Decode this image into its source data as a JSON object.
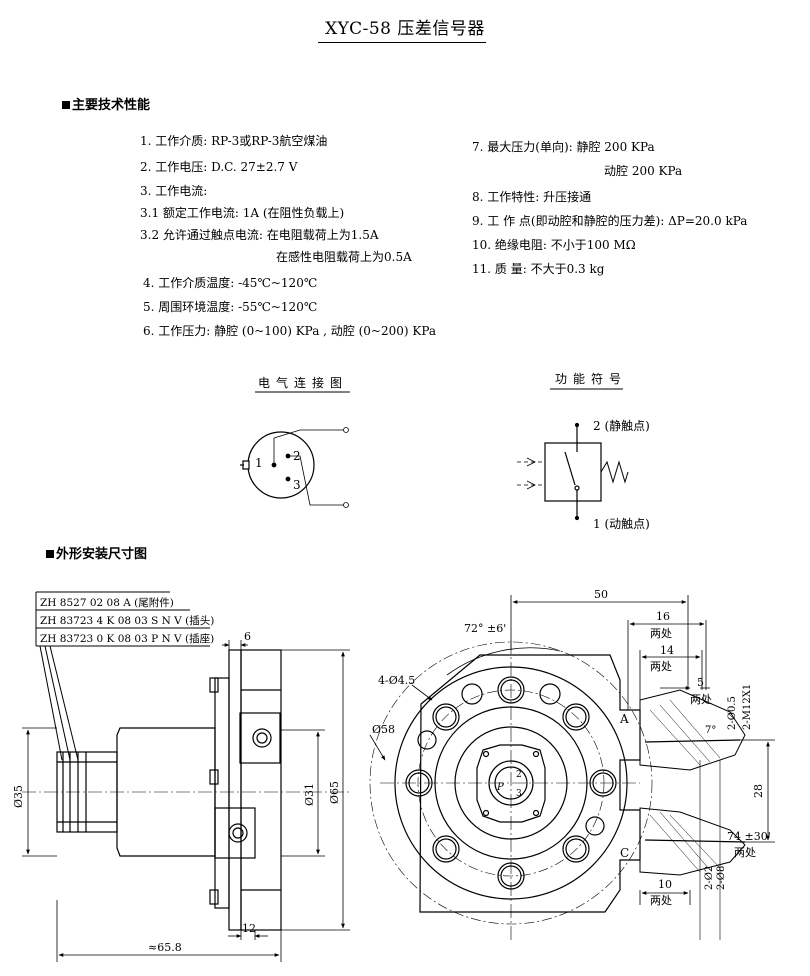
{
  "title": "XYC-58 压差信号器",
  "section_specs": "主要技术性能",
  "specs_left": [
    "1. 工作介质:  RP-3或RP-3航空煤油",
    "2. 工作电压:  D.C. 27±2.7 V",
    "3. 工作电流:",
    "3.1 额定工作电流:      1A  (在阻性负载上)",
    "3.2 允许通过触点电流:  在电阻载荷上为1.5A",
    "在感性电阻载荷上为0.5A",
    "4. 工作介质温度:  -45℃~120℃",
    "5. 周围环境温度:  -55℃~120℃",
    "6. 工作压力:   静腔  (0~100) KPa , 动腔  (0~200) KPa"
  ],
  "specs_right": [
    "7. 最大压力(单向):  静腔    200 KPa",
    "动腔    200 KPa",
    "8. 工作特性:    升压接通",
    "9. 工 作 点(即动腔和静腔的压力差): ΔP=20.0 kPa",
    "10. 绝缘电阻:   不小于100 MΩ",
    "11. 质    量:   不大于0.3 kg"
  ],
  "wiring": {
    "caption": "电气连接图",
    "pins": [
      "1",
      "2",
      "3"
    ]
  },
  "function_symbol": {
    "caption": "功能符号",
    "top_label": "2 (静触点)",
    "bottom_label": "1 (动触点)"
  },
  "section_dims": "外形安装尺寸图",
  "parts_table": [
    "ZH 8527 02 08 A (尾附件)",
    "ZH 83723 4 K 08 03 S N V (插头)",
    "ZH 83723 0 K 08 03 P N V (插座)"
  ],
  "side_view": {
    "dims": [
      "6",
      "Ø35",
      "Ø31",
      "Ø65",
      "12",
      "≈65.8"
    ]
  },
  "front_view": {
    "dims": [
      "50",
      "16",
      "两处",
      "14",
      "两处",
      "5",
      "两处",
      "72° ±6'",
      "4-Ø4.5",
      "Ø58",
      "2-Ø0.5",
      "2-M12X1",
      "7°",
      "28",
      "74 ±30'",
      "两处",
      "2-Ø2",
      "2-Ø8",
      "10",
      "两处"
    ],
    "labels": [
      "A",
      "C",
      "2",
      "3",
      "P"
    ]
  }
}
